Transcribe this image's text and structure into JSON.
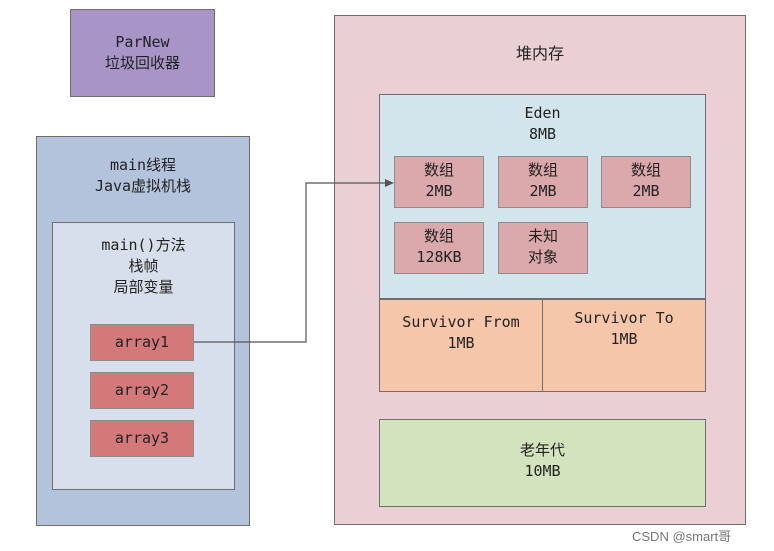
{
  "parnew": {
    "lines": [
      "ParNew",
      "垃圾回收器"
    ]
  },
  "stack": {
    "title_lines": [
      "main线程",
      "Java虚拟机栈"
    ],
    "frame": {
      "title_lines": [
        "main()方法",
        "栈帧",
        "局部变量"
      ],
      "variables": [
        "array1",
        "array2",
        "array3"
      ]
    }
  },
  "heap": {
    "title": "堆内存",
    "eden": {
      "title_lines": [
        "Eden",
        "8MB"
      ],
      "objects": [
        {
          "lines": [
            "数组",
            "2MB"
          ]
        },
        {
          "lines": [
            "数组",
            "2MB"
          ]
        },
        {
          "lines": [
            "数组",
            "2MB"
          ]
        },
        {
          "lines": [
            "数组",
            "128KB"
          ]
        },
        {
          "lines": [
            "未知",
            "对象"
          ]
        }
      ]
    },
    "survivor_from": {
      "lines": [
        "Survivor From",
        "1MB"
      ]
    },
    "survivor_to": {
      "lines": [
        "Survivor To",
        "1MB"
      ]
    },
    "old_gen": {
      "lines": [
        "老年代",
        "10MB"
      ]
    }
  },
  "credit": "CSDN @smart哥",
  "colors": {
    "parnew": "#a894c7",
    "stack": "#b4c3dc",
    "frame": "#d8dfec",
    "variable": "#d4787a",
    "heap": "#ead0d4",
    "eden": "#d2e4ec",
    "array_object": "#dba9ac",
    "survivor": "#f6c6ab",
    "old_gen": "#d3e3bd",
    "arrow": "#555555"
  }
}
